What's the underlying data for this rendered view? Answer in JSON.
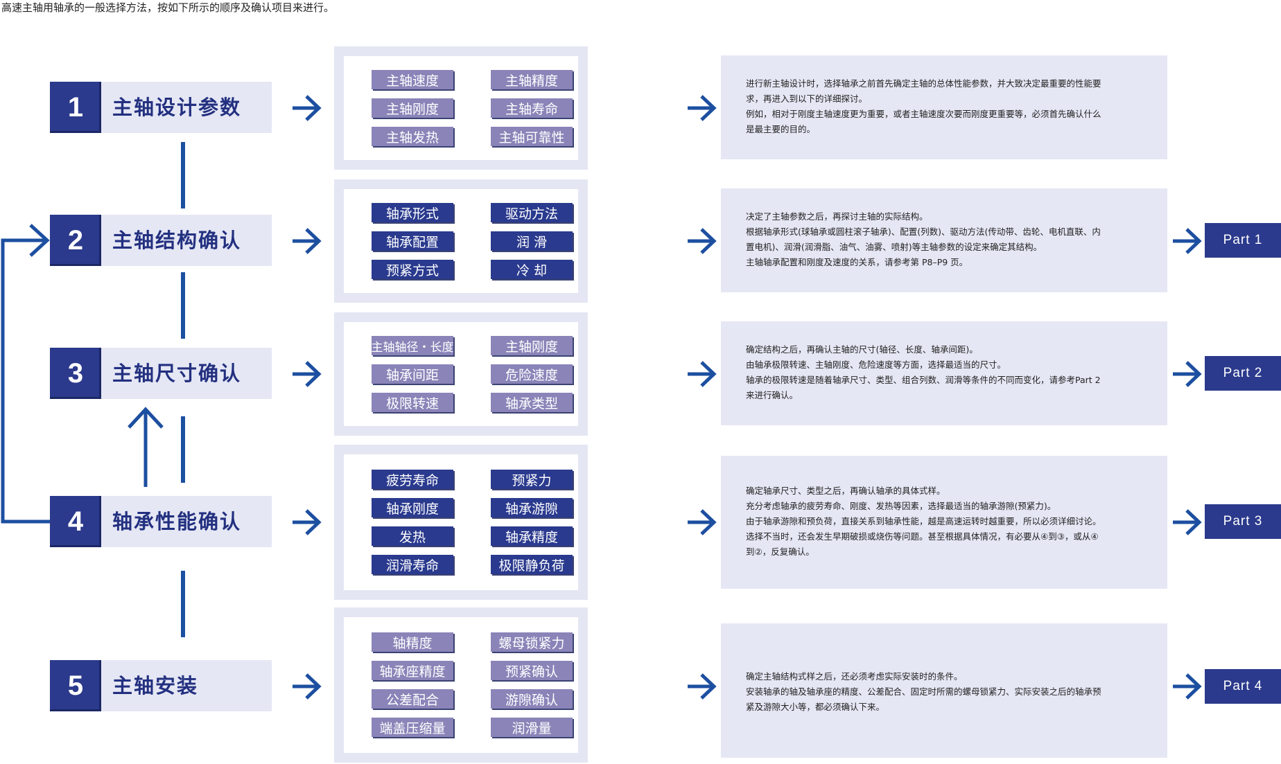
{
  "intro": "高速主轴用轴承的一般选择方法，按如下所示的顺序及确认项目来进行。",
  "steps": [
    {
      "num": "1",
      "title": "主轴设计参数"
    },
    {
      "num": "2",
      "title": "主轴结构确认"
    },
    {
      "num": "3",
      "title": "主轴尺寸确认"
    },
    {
      "num": "4",
      "title": "轴承性能确认"
    },
    {
      "num": "5",
      "title": "主轴安装"
    }
  ],
  "groups": [
    {
      "tags": [
        "主轴速度",
        "主轴精度",
        "主轴刚度",
        "主轴寿命",
        "主轴发热",
        "主轴可靠性"
      ],
      "style": "light"
    },
    {
      "tags": [
        "轴承形式",
        "驱动方法",
        "轴承配置",
        "润 滑",
        "预紧方式",
        "冷 却"
      ],
      "style": "dark"
    },
    {
      "tags": [
        "主轴轴径・长度",
        "主轴刚度",
        "轴承间距",
        "危险速度",
        "极限转速",
        "轴承类型"
      ],
      "style": "light"
    },
    {
      "tags": [
        "疲劳寿命",
        "预紧力",
        "轴承刚度",
        "轴承游隙",
        "发热",
        "轴承精度",
        "润滑寿命",
        "极限静负荷"
      ],
      "style": "dark"
    },
    {
      "tags": [
        "轴精度",
        "螺母锁紧力",
        "轴承座精度",
        "预紧确认",
        "公差配合",
        "游隙确认",
        "端盖压缩量",
        "润滑量"
      ],
      "style": "light"
    }
  ],
  "descriptions": [
    [
      "进行新主轴设计时，选择轴承之前首先确定主轴的总体性能参数，并大致决定最重要的性能要",
      "求，再进入到以下的详细探讨。",
      "例如，相对于刚度主轴速度更为重要，或者主轴速度次要而刚度更重要等，必须首先确认什么",
      "是最主要的目的。"
    ],
    [
      "决定了主轴参数之后，再探讨主轴的实际结构。",
      "根据轴承形式(球轴承或圆柱滚子轴承)、配置(列数)、驱动方法(传动带、齿轮、电机直联、内",
      "置电机)、润滑(润滑脂、油气、油雾、喷射)等主轴参数的设定来确定其结构。",
      "主轴轴承配置和刚度及速度的关系，请参考第 P8–P9 页。"
    ],
    [
      "确定结构之后，再确认主轴的尺寸(轴径、长度、轴承间距)。",
      "由轴承极限转速、主轴刚度、危险速度等方面，选择最适当的尺寸。",
      "轴承的极限转速是随着轴承尺寸、类型、组合列数、润滑等条件的不同而变化，请参考Part 2",
      "来进行确认。"
    ],
    [
      "确定轴承尺寸、类型之后，再确认轴承的具体式样。",
      "充分考虑轴承的疲劳寿命、刚度、发热等因素，选择最适当的轴承游隙(预紧力)。",
      "由于轴承游隙和预负荷，直接关系到轴承性能，越是高速运转时越重要，所以必须详细讨论。",
      "选择不当时，还会发生早期破损或烧伤等问题。甚至根据具体情况，有必要从④到③，或从④",
      "到②，反复确认。"
    ],
    [
      "确定主轴结构式样之后，还必须考虑实际安装时的条件。",
      "安装轴承的轴及轴承座的精度、公差配合、固定时所需的螺母锁紧力、实际安装之后的轴承预",
      "紧及游隙大小等，都必须确认下来。"
    ]
  ],
  "parts": [
    "Part 1",
    "Part 2",
    "Part 3",
    "Part 4"
  ],
  "colors": {
    "accent": "#2b3a8c",
    "arrow": "#1d4fa0",
    "panel": "#e5e7f4",
    "tag_light": "#8a84b8",
    "tag_dark": "#2a3a8e"
  }
}
